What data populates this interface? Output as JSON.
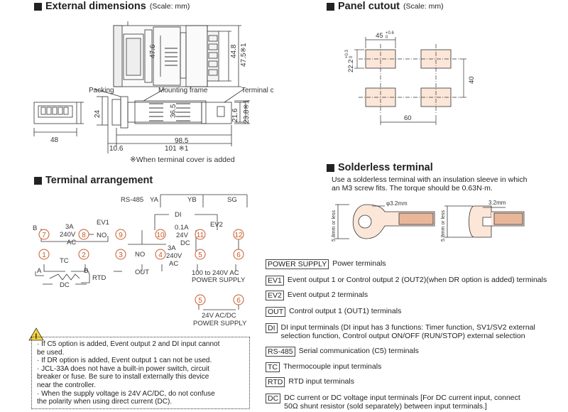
{
  "ext_dim": {
    "title": "External dimensions",
    "scale": "(Scale: mm)",
    "packing": "Packing",
    "mounting_frame": "Mounting frame",
    "terminal_cover": "Terminal cover",
    "d47_6": "47.6",
    "d44_8": "44.8",
    "d47_5": "47.5※1",
    "d36_5": "36.5",
    "d24": "24",
    "d21_6": "21.6",
    "d23_8": "23.8※1",
    "d48": "48",
    "d98_5": "98.5",
    "d10_6": "10.6",
    "d101": "101 ※1",
    "note": "※When terminal cover is added"
  },
  "cutout": {
    "title": "Panel cutout",
    "scale": "(Scale: mm)",
    "w45": "45",
    "w45_tol": "+0.6",
    "w45_tol2": "0",
    "h22": "22.2",
    "h22_tol": "+0.3",
    "h22_tol2": "0",
    "d40": "40",
    "d60": "60"
  },
  "solderless": {
    "title": "Solderless terminal",
    "line1": "Use a solderless terminal with an insulation sleeve in which",
    "line2": "an M3 screw fits. The torque should be 0.63N·m.",
    "dia": "φ3.2mm",
    "w32": "3.2mm",
    "h58": "5.8mm or less"
  },
  "term": {
    "title": "Terminal arrangement",
    "rs485": "RS-485",
    "ya": "YA",
    "yb": "YB",
    "sg": "SG",
    "di": "DI",
    "t1": "1",
    "t2": "2",
    "t3": "3",
    "t4": "4",
    "t5": "5",
    "t6": "6",
    "t7": "7",
    "t8": "8",
    "t9": "9",
    "t10": "10",
    "t11": "11",
    "t12": "12",
    "b_top": "B",
    "ev1": "EV1",
    "ev2": "EV2",
    "a3a": "3A",
    "v240": "240V",
    "ac": "AC",
    "no": "NO",
    "a01": "0.1A",
    "v24": "24V",
    "dc": "DC",
    "tc": "TC",
    "a": "A",
    "b": "B",
    "rtd": "RTD",
    "no2": "NO",
    "a3a2": "3A",
    "v240_2": "240V",
    "ac2": "AC",
    "out": "OUT",
    "dc2": "DC",
    "ps1a": "100 to 240V AC",
    "ps1b": "POWER SUPPLY",
    "ps2a": "24V AC/DC",
    "ps2b": "POWER SUPPLY",
    "t5b": "5",
    "t6b": "6"
  },
  "notes": [
    "· If C5 option is added, Event output 2 and DI input cannot",
    "  be used.",
    "· If DR option is added, Event output 1 can not be used.",
    "· JCL-33A does not have a built-in power switch, circuit",
    "  breaker or fuse. Be sure to install externally this device",
    "  near the controller.",
    "· When the supply voltage is 24V AC/DC, do not confuse",
    "  the polarity when using direct current (DC)."
  ],
  "legend": [
    {
      "tag": "POWER SUPPLY",
      "desc": "Power terminals"
    },
    {
      "tag": "EV1",
      "desc": "Event output 1 or Control output 2 (OUT2)(when DR option is added) terminals"
    },
    {
      "tag": "EV2",
      "desc": "Event output 2 terminals"
    },
    {
      "tag": "OUT",
      "desc": "Control output 1 (OUT1) terminals"
    },
    {
      "tag": "DI",
      "desc": "DI input terminals (DI input has 3 functions: Timer function, SV1/SV2 external",
      "desc2": "selection function, Control output ON/OFF (RUN/STOP) external selection"
    },
    {
      "tag": "RS-485",
      "desc": "Serial communication (C5) terminals"
    },
    {
      "tag": "TC",
      "desc": "Thermocouple input terminals"
    },
    {
      "tag": "RTD",
      "desc": "RTD input terminals"
    },
    {
      "tag": "DC",
      "desc": "DC current or DC voltage input terminals [For DC current input, connect",
      "desc2": "50Ω shunt resistor (sold separately) between input terminals.]"
    }
  ]
}
